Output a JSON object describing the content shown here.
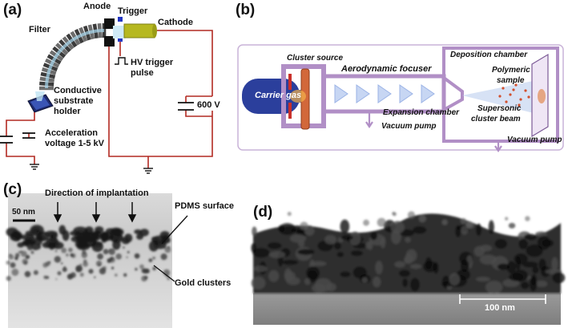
{
  "panel_a": {
    "label": "(a)",
    "anode": "Anode",
    "trigger": "Trigger",
    "cathode": "Cathode",
    "filter": "Filter",
    "hv_trigger": "HV trigger",
    "pulse": "pulse",
    "conductive_line1": "Conductive",
    "conductive_line2": "substrate",
    "conductive_line3": "holder",
    "voltage_600": "600 V",
    "accel_line1": "Acceleration",
    "accel_line2": "voltage 1-5 kV"
  },
  "panel_b": {
    "label": "(b)",
    "carrier_gas": "Carrier gas",
    "cluster_source": "Cluster source",
    "aerodynamic_focuser": "Aerodynamic focuser",
    "deposition_chamber": "Deposition chamber",
    "polymeric_line1": "Polymeric",
    "polymeric_line2": "sample",
    "expansion_chamber": "Expansion chamber",
    "vacuum_pump_1": "Vacuum pump",
    "supersonic_line1": "Supersonic",
    "supersonic_line2": "cluster beam",
    "vacuum_pump_2": "Vacuum pump"
  },
  "panel_c": {
    "label": "(c)",
    "direction": "Direction of implantation",
    "scale_bar": "50 nm",
    "pdms_surface": "PDMS surface",
    "gold_clusters": "Gold clusters"
  },
  "panel_d": {
    "label": "(d)",
    "scale_bar": "100 nm"
  },
  "colors": {
    "wire": "#b22a22",
    "chamber": "#b18fc6",
    "carrier": "#2b3f9c",
    "cathode": "#b6b820",
    "source": "#d2683a"
  }
}
